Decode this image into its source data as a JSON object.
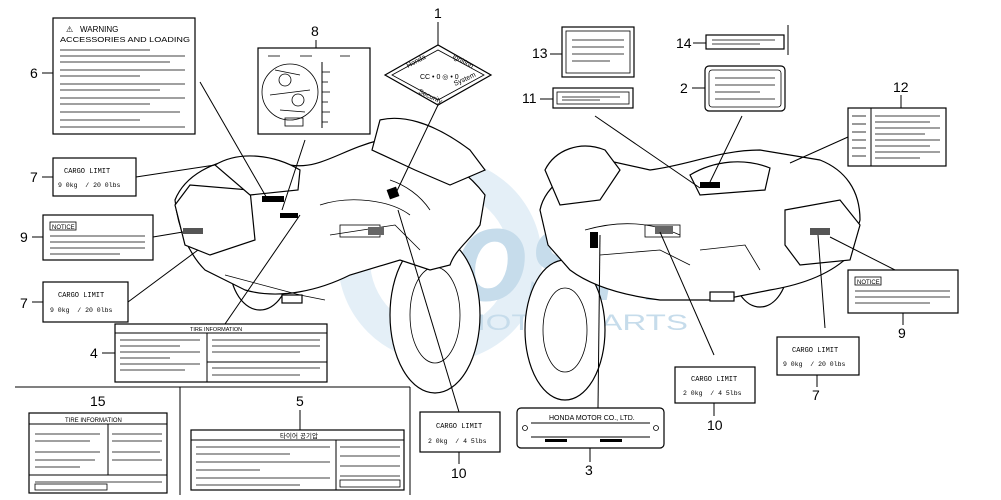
{
  "callouts": {
    "c1": "1",
    "c2": "2",
    "c3": "3",
    "c4": "4",
    "c5": "5",
    "c6": "6",
    "c7a": "7",
    "c7b": "7",
    "c7c": "7",
    "c8": "8",
    "c9a": "9",
    "c9b": "9",
    "c10a": "10",
    "c10b": "10",
    "c11": "11",
    "c12": "12",
    "c13": "13",
    "c14": "14",
    "c15": "15"
  },
  "labels": {
    "warning_line1": "WARNING",
    "warning_line2": "ACCESSORIES AND LOADING",
    "cargo_title": "CARGO LIMIT",
    "cargo_value_9": "9 0kg  / 20 0lbs",
    "cargo_value_2": "2 0kg  / 4 5lbs",
    "notice": "NOTICE",
    "tire_information": "TIRE INFORMATION",
    "honda_motor": "HONDA MOTOR CO., LTD.",
    "korean_label": "타이어 공기압",
    "emblem_line1": "Honda",
    "emblem_line2": "Ignition",
    "emblem_line3": "Security",
    "emblem_line4": "System"
  },
  "watermark": {
    "logo_text": "OSM",
    "sub_text": "MOTORPARTS",
    "color": "#cfe3f0"
  },
  "colors": {
    "line": "#000000",
    "background": "#ffffff"
  }
}
